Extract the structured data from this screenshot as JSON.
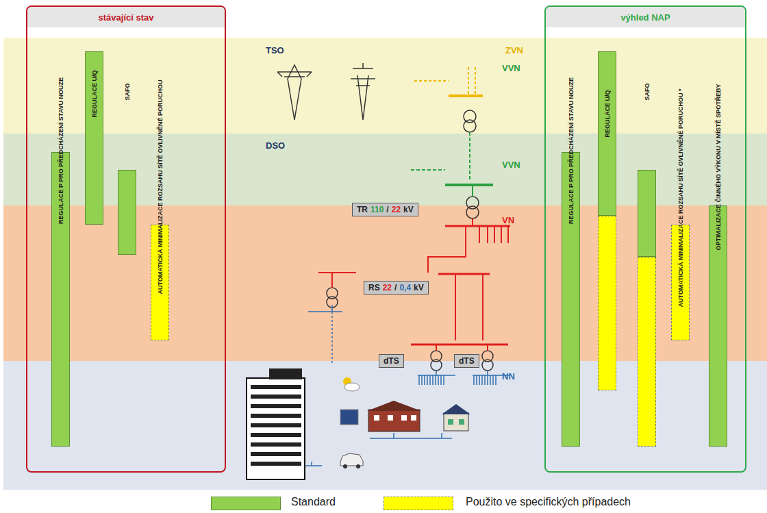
{
  "diagram": {
    "nodes": [
      {
        "text": [
          "stávající stav"
        ]
      },
      {
        "text": [
          "REGULACE P PRO PŘEDCHÁZENÍ STAVU NOUZE"
        ],
        "in": 0
      },
      {
        "text": [
          "REGULACE U/Q"
        ],
        "in": 0
      },
      {
        "text": [
          "SAFO"
        ],
        "in": 0
      },
      {
        "text": [
          "AUTOMATICKÁ MINIMALIZACE ROZSAHU SÍTĚ OVLIVNĚNÉ PORUCHOU"
        ],
        "in": 0
      },
      {
        "text": [
          "výhled NAP"
        ]
      },
      {
        "text": [
          "REGULACE P PRO PŘEDCHÁZENÍ STAVU NOUZE"
        ],
        "in": 5
      },
      {
        "text": [
          "REGULACE U/Q"
        ],
        "in": 5
      },
      {
        "text": [
          "SAFO"
        ],
        "in": 5
      },
      {
        "text": [
          "AUTOMATICKÁ MINIMALIZACE ROZSAHU SÍTĚ OVLIVNĚNÉ PORUCHOU *"
        ],
        "in": 5
      },
      {
        "text": [
          "OPTIMALIZACE ČINNÉHO VÝKONU V MÍSTĚ SPOTŘEBY"
        ],
        "in": 5
      },
      {
        "text": [
          "TR",
          "110",
          "/",
          "22",
          "kV"
        ]
      },
      {
        "text": [
          "RS",
          "22",
          "/",
          "0,4",
          "kV"
        ]
      },
      {
        "text": [
          "dTS"
        ]
      },
      {
        "text": [
          "dTS"
        ]
      }
    ],
    "labels": [
      "TSO",
      "ZVN",
      "VVN",
      "DSO",
      "VVN",
      "VN",
      "NN"
    ],
    "legend": [
      {
        "text": "Standard",
        "color": "#92d050"
      },
      {
        "text": "Použito ve specifických případech",
        "color": "#ffff00"
      }
    ]
  }
}
